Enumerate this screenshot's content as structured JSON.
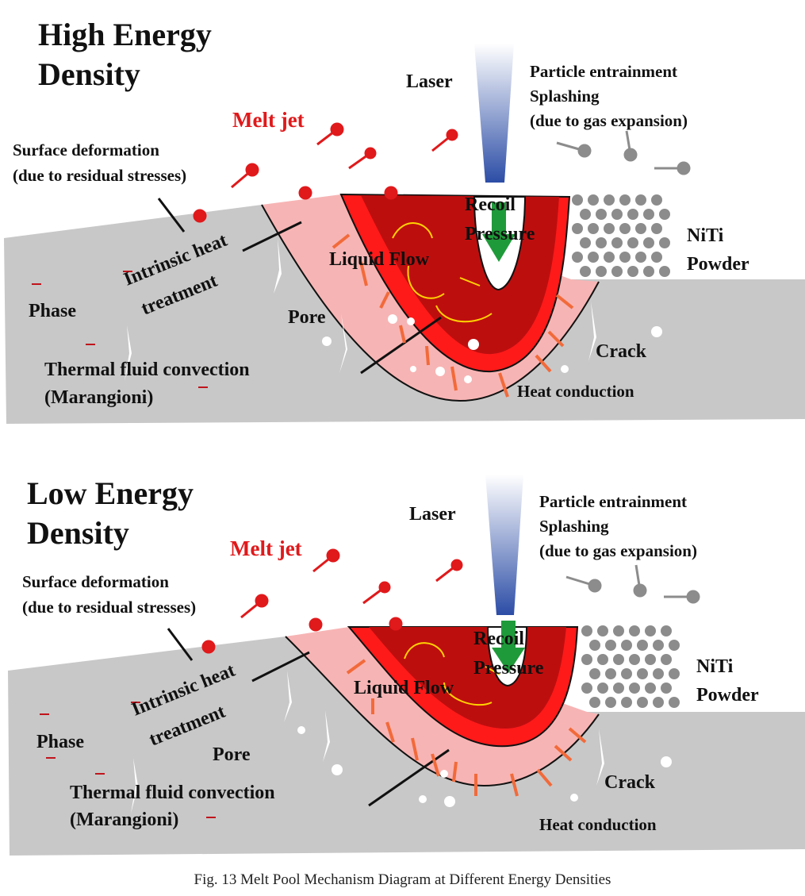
{
  "panels": [
    {
      "title_line1": "High Energy",
      "title_line2": "Density",
      "laser": "Laser",
      "melt_jet": "Melt jet",
      "surface_deformation_1": "Surface deformation",
      "surface_deformation_2": "(due to residual stresses)",
      "particle_1": "Particle entrainment",
      "particle_2": "Splashing",
      "particle_3": "(due to gas expansion)",
      "recoil_1": "Recoil",
      "recoil_2": "Pressure",
      "powder_1": "NiTi",
      "powder_2": "Powder",
      "heat_treat_1": "Intrinsic heat",
      "heat_treat_2": "treatment",
      "liquid_flow": "Liquid Flow",
      "phase": "Phase",
      "pore": "Pore",
      "crack": "Crack",
      "convection_1": "Thermal fluid convection",
      "convection_2": "(Marangioni)",
      "heat_conduction": "Heat conduction"
    },
    {
      "title_line1": "Low Energy",
      "title_line2": "Density",
      "laser": "Laser",
      "melt_jet": "Melt jet",
      "surface_deformation_1": "Surface deformation",
      "surface_deformation_2": "(due to residual stresses)",
      "particle_1": "Particle entrainment",
      "particle_2": "Splashing",
      "particle_3": "(due to gas expansion)",
      "recoil_1": "Recoil",
      "recoil_2": "Pressure",
      "powder_1": "NiTi",
      "powder_2": "Powder",
      "heat_treat_1": "Intrinsic heat",
      "heat_treat_2": "treatment",
      "liquid_flow": "Liquid Flow",
      "phase": "Phase",
      "pore": "Pore",
      "crack": "Crack",
      "convection_1": "Thermal fluid convection",
      "convection_2": "(Marangioni)",
      "heat_conduction": "Heat conduction"
    }
  ],
  "caption": "Fig. 13 Melt Pool Mechanism Diagram at Different Energy Densities",
  "colors": {
    "substrate": "#c8c8c8",
    "heat_zone": "#f7b4b4",
    "melt_outer": "#ff1a1a",
    "melt_core": "#bd0e0e",
    "laser": "#3355aa",
    "recoil_arrow": "#1f9a3a",
    "heat_arrow": "#f26a3a",
    "flow": "#ffd200",
    "melt_jet": "#e0191b",
    "powder": "#8c8c8c"
  }
}
